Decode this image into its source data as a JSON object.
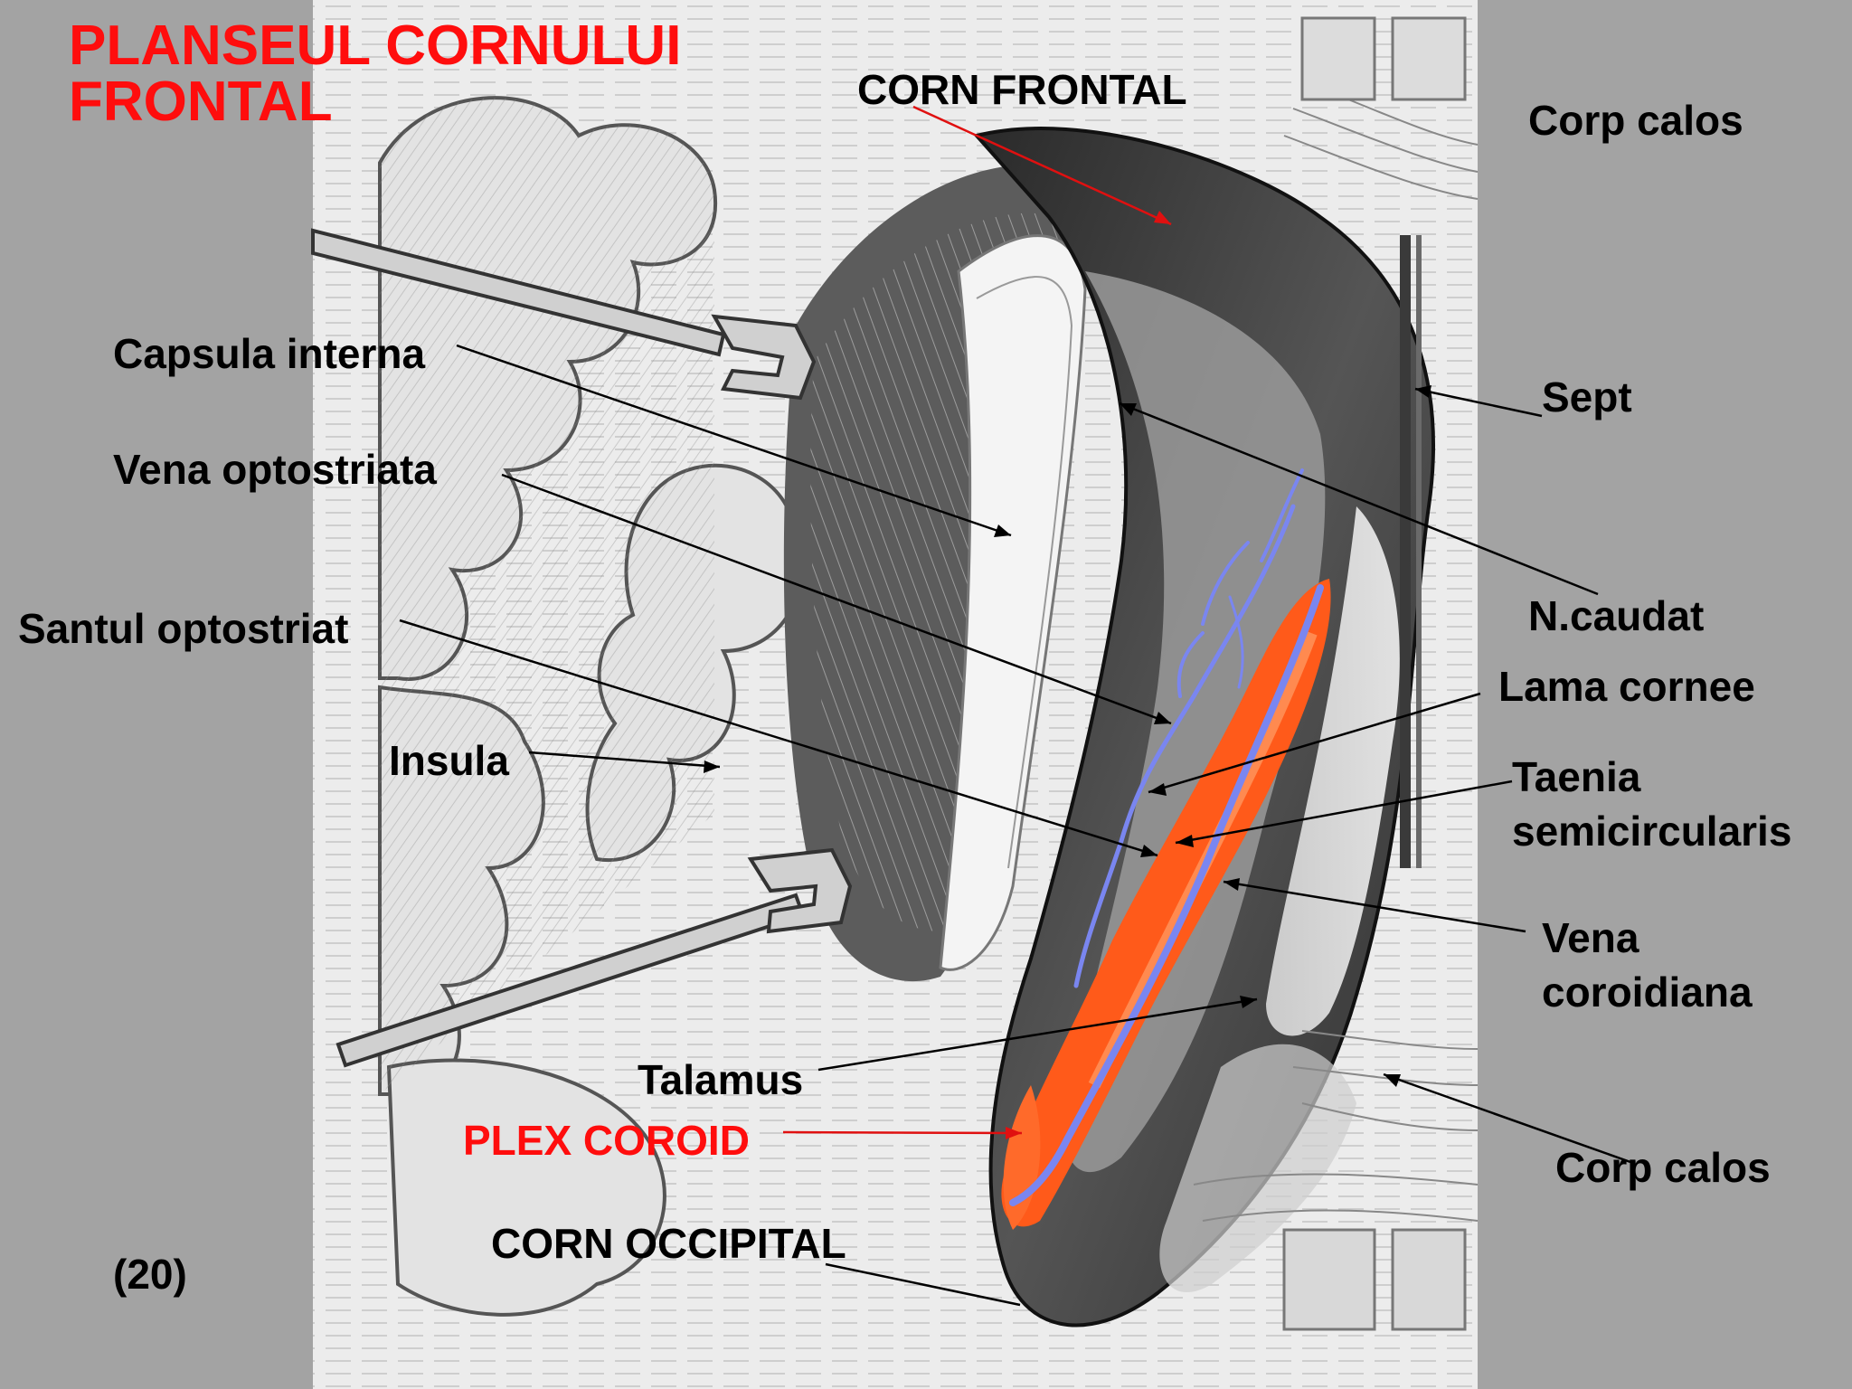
{
  "title": {
    "line1": "PLANSEUL CORNULUI",
    "line2": "FRONTAL"
  },
  "labels": {
    "corn_frontal": "CORN FRONTAL",
    "corp_calos_top": "Corp calos",
    "capsula_interna": "Capsula interna",
    "sept": "Sept",
    "vena_optostriata": "Vena optostriata",
    "n_caudat": "N.caudat",
    "santul_optostriat": "Santul optostriat",
    "lama_cornee": "Lama cornee",
    "insula": "Insula",
    "taenia_line1": "Taenia",
    "taenia_line2": "semicircularis",
    "vena_coroidiana_line1": "Vena",
    "vena_coroidiana_line2": "coroidiana",
    "talamus": "Talamus",
    "plex_coroid": "PLEX COROID",
    "corp_calos_bottom": "Corp calos",
    "corn_occipital": "CORN OCCIPITAL",
    "figure_number": "(20)"
  },
  "colors": {
    "background": "#a3a3a3",
    "title": "#ff0d0d",
    "choroid_plexus": "#ff5a1a",
    "vein": "#7a86f0",
    "leader_line": "#000000",
    "leader_line_red": "#e01010"
  }
}
